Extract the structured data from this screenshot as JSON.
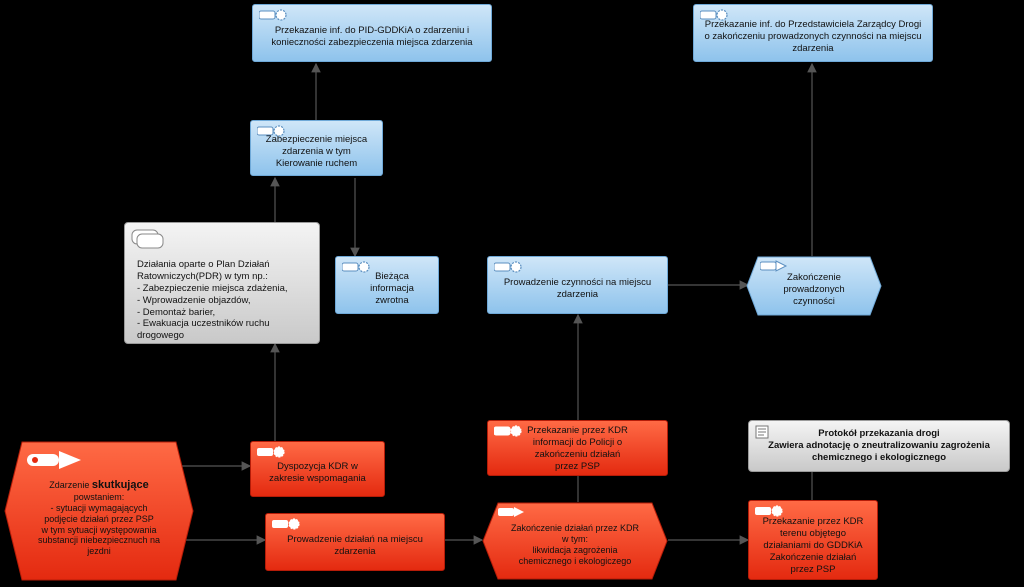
{
  "nodes": {
    "pid_info": "Przekazanie inf. do PID-GDDKiA o zdarzeniu i\nkonieczności zabezpieczenia miejsca zdarzenia",
    "zarzad_info": "Przekazanie inf. do Przedstawiciela Zarządcy Drogi\no zakończeniu prowadzonych czynności na miejscu\nzdarzenia",
    "zabezpieczenie": "Zabezpieczenie miejsca\nzdarzenia w tym\nKierowanie ruchem",
    "pdr": "Działania oparte o Plan Działań\nRatowniczych(PDR) w tym np.:\n- Zabezpieczenie miejsca zdażenia,\n- Wprowadzenie objazdów,\n- Demontaż barier,\n- Ewakuacja uczestników ruchu\ndrogowego",
    "biezaca": "Bieżąca\ninformacja\nzwrotna",
    "prowadzenie_czynnosci": "Prowadzenie czynności na miejscu\nzdarzenia",
    "zakonczenie_czynnosci": "Zakończenie\nprowadzonych\nczynności",
    "policja_info": "Przekazanie przez KDR\ninformacji do Policji o\nzakończeniu działań\nprzez PSP",
    "protokol_title": "Protokół przekazania drogi",
    "protokol_desc": "Zawiera adnotację o zneutralizowaniu zagrożenia\nchemicznego i ekologicznego",
    "zdarzenie_prefix": "Zdarzenie ",
    "zdarzenie_bold": "skutkujące",
    "zdarzenie_rest": "powstaniem:\n- sytuacji wymagających\npodjęcie działań przez PSP\nw tym sytuacji występowania\nsubstancji niebezpiecznuch na\njezdni",
    "dyspozycja": "Dyspozycja KDR w\nzakresie wspomagania",
    "prowadzenie_dzialan": "Prowadzenie działań na miejscu\nzdarzenia",
    "zakonczenie_dzialan": "Zakończenie działań przez KDR\nw tym:\nlikwidacja zagrożenia\nchemicznego i ekologiczego",
    "przekazanie_terenu": "Przekazanie przez KDR\nterenu objętego\ndziałaniami do GDDKiA\nZakończenie działań\nprzez PSP"
  },
  "colors": {
    "background": "#000000",
    "blue_fill": "#a9d3f2",
    "red_fill": "#f04a28",
    "gray_fill": "#dcdcdc",
    "line": "#555555"
  },
  "icons": {
    "process": "gear-arrow-icon",
    "event": "event-arrow-icon",
    "document": "document-icon",
    "info": "info-bubble-icon"
  }
}
